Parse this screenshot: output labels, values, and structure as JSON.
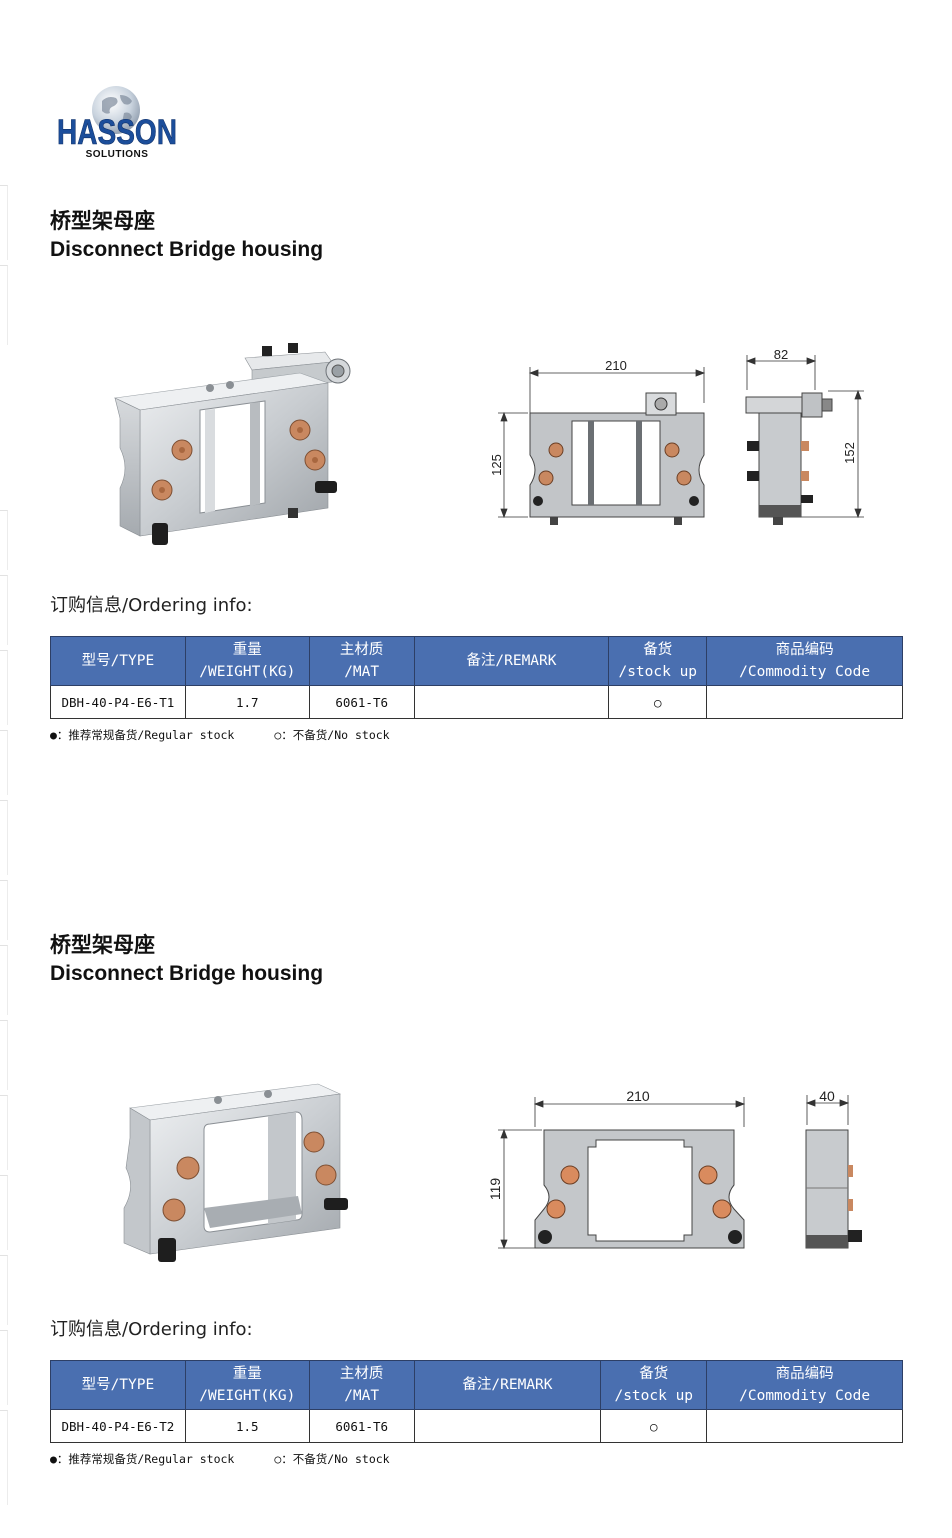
{
  "brand": {
    "name": "HASSON",
    "tagline": "SOLUTIONS",
    "colors": {
      "primary": "#1c4e9b",
      "table_header": "#4a6fb0"
    }
  },
  "sections": [
    {
      "title_cn": "桥型架母座",
      "title_en": "Disconnect Bridge housing",
      "drawing": {
        "front_width": "210",
        "front_height": "125",
        "side_width": "82",
        "side_height": "152"
      },
      "ordering_label": "订购信息/Ordering info:",
      "table": {
        "headers": [
          {
            "cn": "型号/TYPE",
            "en": ""
          },
          {
            "cn": "重量",
            "en": "/WEIGHT(KG)"
          },
          {
            "cn": "主材质",
            "en": "/MAT"
          },
          {
            "cn": "备注/REMARK",
            "en": ""
          },
          {
            "cn": "备货",
            "en": "/stock up"
          },
          {
            "cn": "商品编码",
            "en": "/Commodity Code"
          }
        ],
        "row": {
          "type": "DBH-40-P4-E6-T1",
          "weight": "1.7",
          "mat": "6061-T6",
          "remark": "",
          "stock": "○",
          "code": ""
        }
      },
      "legend": {
        "regular": "●：推荐常规备货/Regular stock",
        "none": "○：不备货/No stock"
      }
    },
    {
      "title_cn": "桥型架母座",
      "title_en": "Disconnect Bridge housing",
      "drawing": {
        "front_width": "210",
        "front_height": "119",
        "side_width": "40"
      },
      "ordering_label": "订购信息/Ordering info:",
      "table": {
        "headers": [
          {
            "cn": "型号/TYPE",
            "en": ""
          },
          {
            "cn": "重量",
            "en": "/WEIGHT(KG)"
          },
          {
            "cn": "主材质",
            "en": "/MAT"
          },
          {
            "cn": "备注/REMARK",
            "en": ""
          },
          {
            "cn": "备货",
            "en": "/stock up"
          },
          {
            "cn": "商品编码",
            "en": "/Commodity Code"
          }
        ],
        "row": {
          "type": "DBH-40-P4-E6-T2",
          "weight": "1.5",
          "mat": "6061-T6",
          "remark": "",
          "stock": "○",
          "code": ""
        }
      },
      "legend": {
        "regular": "●：推荐常规备货/Regular stock",
        "none": "○：不备货/No stock"
      }
    }
  ]
}
